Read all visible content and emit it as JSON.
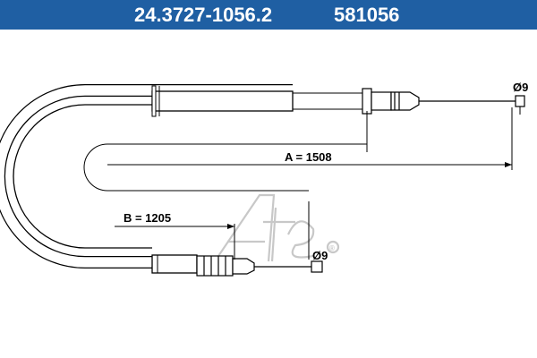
{
  "header": {
    "part_number": "24.3727-1056.2",
    "ref_number": "581056",
    "background": "#1f5fa3",
    "text_color": "#ffffff"
  },
  "dimensions": {
    "a_label": "A = 1508",
    "b_label": "B = 1205",
    "diameter_top": "Ø9",
    "diameter_bottom": "Ø9"
  },
  "watermark": {
    "logo_text": "Ate",
    "registered_mark": "®",
    "color": "#c8c8c8"
  },
  "colors": {
    "line": "#000000",
    "cable_fill": "#ffffff"
  }
}
